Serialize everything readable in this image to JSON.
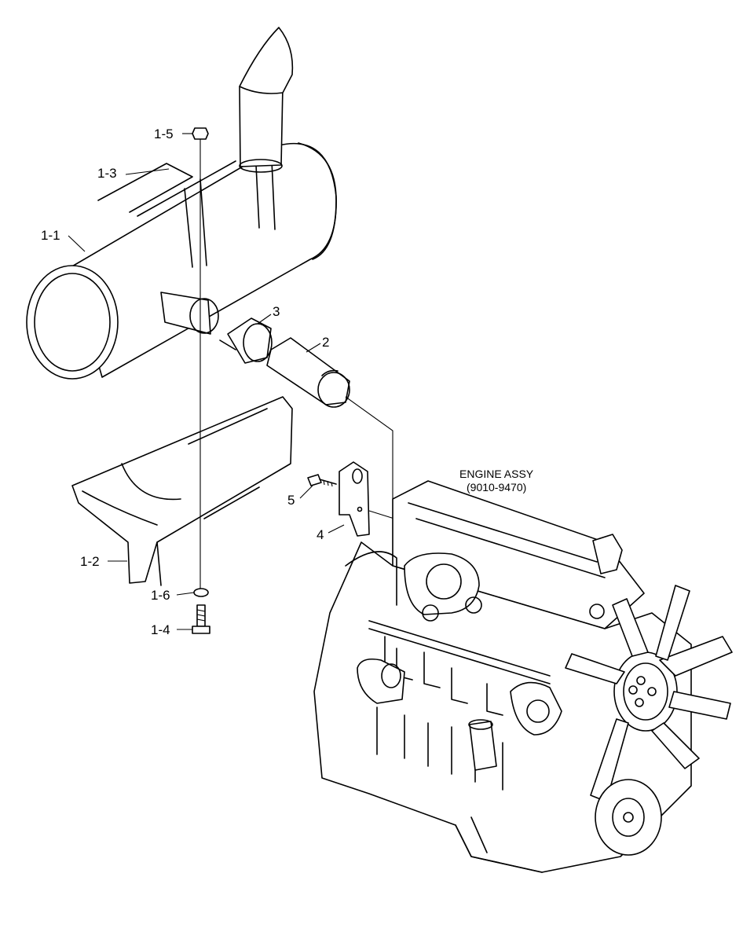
{
  "callouts": {
    "c1_1": "1-1",
    "c1_2": "1-2",
    "c1_3": "1-3",
    "c1_4": "1-4",
    "c1_5": "1-5",
    "c1_6": "1-6",
    "c2": "2",
    "c3": "3",
    "c4": "4",
    "c5": "5"
  },
  "engine": {
    "title": "ENGINE ASSY",
    "code": "(9010-9470)"
  },
  "colors": {
    "line": "#000000",
    "background": "#ffffff"
  }
}
